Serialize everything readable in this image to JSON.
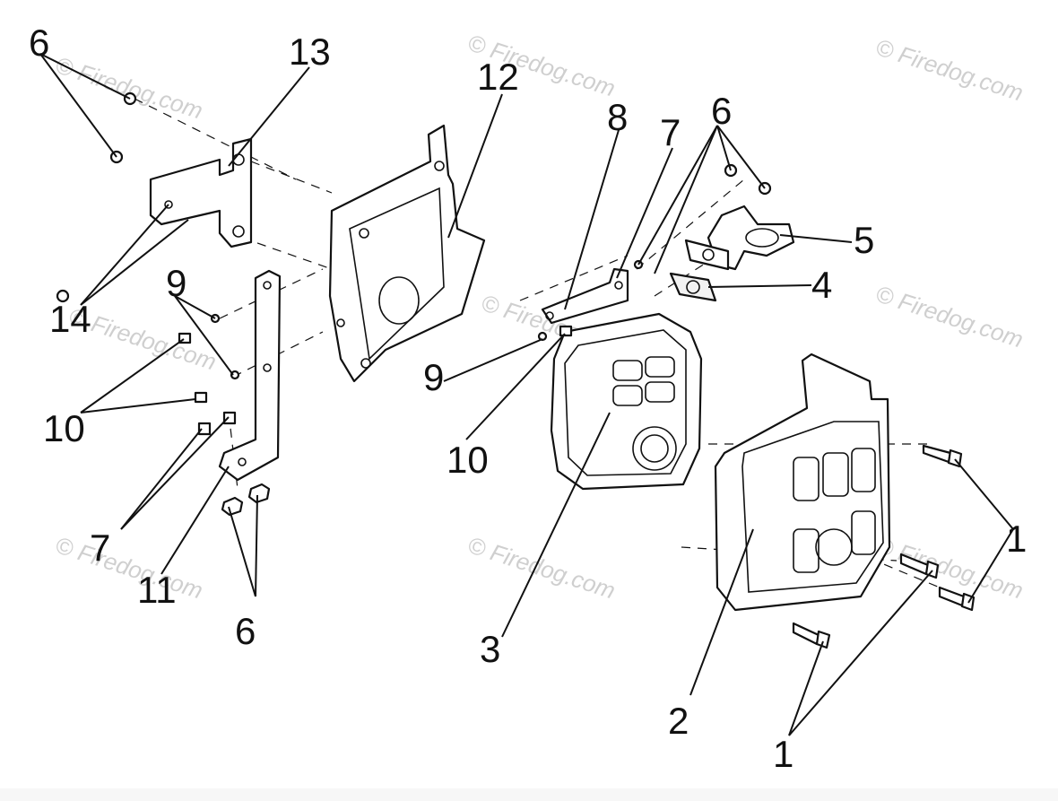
{
  "diagram": {
    "watermark": "© Firedog.com",
    "callouts": {
      "c1a": "1",
      "c1b": "1",
      "c2": "2",
      "c3": "3",
      "c4": "4",
      "c5": "5",
      "c6a": "6",
      "c6b": "6",
      "c6c": "6",
      "c7a": "7",
      "c7b": "7",
      "c8": "8",
      "c9a": "9",
      "c9b": "9",
      "c10a": "10",
      "c10b": "10",
      "c11": "11",
      "c12": "12",
      "c13": "13",
      "c14": "14"
    }
  }
}
